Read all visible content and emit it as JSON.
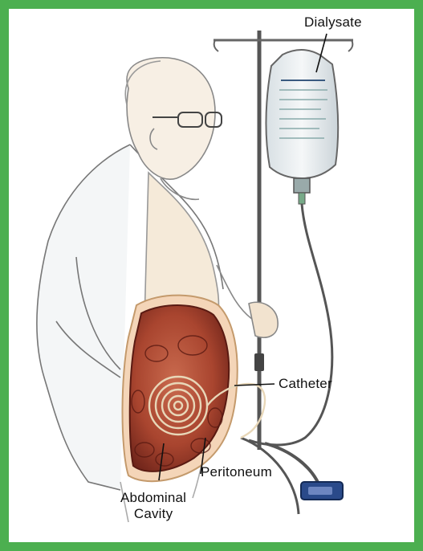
{
  "colors": {
    "frame": "#4caf50",
    "organ": "#b5533c",
    "organ_dark": "#7a2b1f",
    "skin": "#f2e3cf",
    "bag": "#e6ebee",
    "clamp": "#2a4a8a"
  },
  "labels": {
    "dialysate": "Dialysate",
    "catheter": "Catheter",
    "peritoneum": "Peritoneum",
    "abdominal_cavity_line1": "Abdominal",
    "abdominal_cavity_line2": "Cavity"
  }
}
